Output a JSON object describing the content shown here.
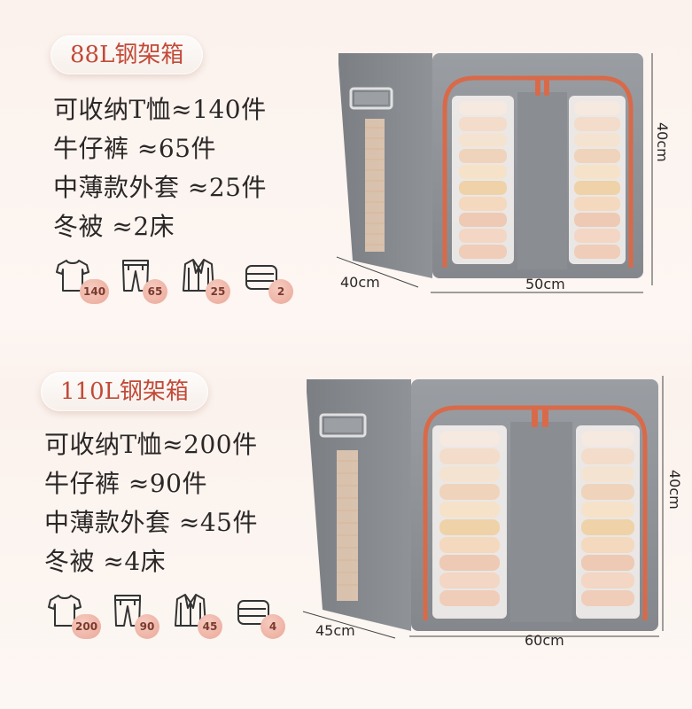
{
  "sections": [
    {
      "title": "88L钢架箱",
      "lines": [
        "可收纳T恤≈140件",
        "牛仔裤 ≈65件",
        "中薄款外套 ≈25件",
        "冬被 ≈2床"
      ],
      "icons": [
        {
          "icon": "tshirt-icon",
          "count": "140"
        },
        {
          "icon": "jeans-icon",
          "count": "65"
        },
        {
          "icon": "jacket-icon",
          "count": "25"
        },
        {
          "icon": "quilt-icon",
          "count": "2"
        }
      ],
      "dims": {
        "depth": "40cm",
        "width": "50cm",
        "height": "40cm"
      }
    },
    {
      "title": "110L钢架箱",
      "lines": [
        "可收纳T恤≈200件",
        "牛仔裤 ≈90件",
        "中薄款外套 ≈45件",
        "冬被 ≈4床"
      ],
      "icons": [
        {
          "icon": "tshirt-icon",
          "count": "200"
        },
        {
          "icon": "jeans-icon",
          "count": "90"
        },
        {
          "icon": "jacket-icon",
          "count": "45"
        },
        {
          "icon": "quilt-icon",
          "count": "4"
        }
      ],
      "dims": {
        "depth": "45cm",
        "width": "60cm",
        "height": "40cm"
      }
    }
  ],
  "colors": {
    "accent": "#c24a38",
    "box_gray": "#8d9196",
    "zipper": "#d86a4a",
    "badge": "#eaa898"
  }
}
